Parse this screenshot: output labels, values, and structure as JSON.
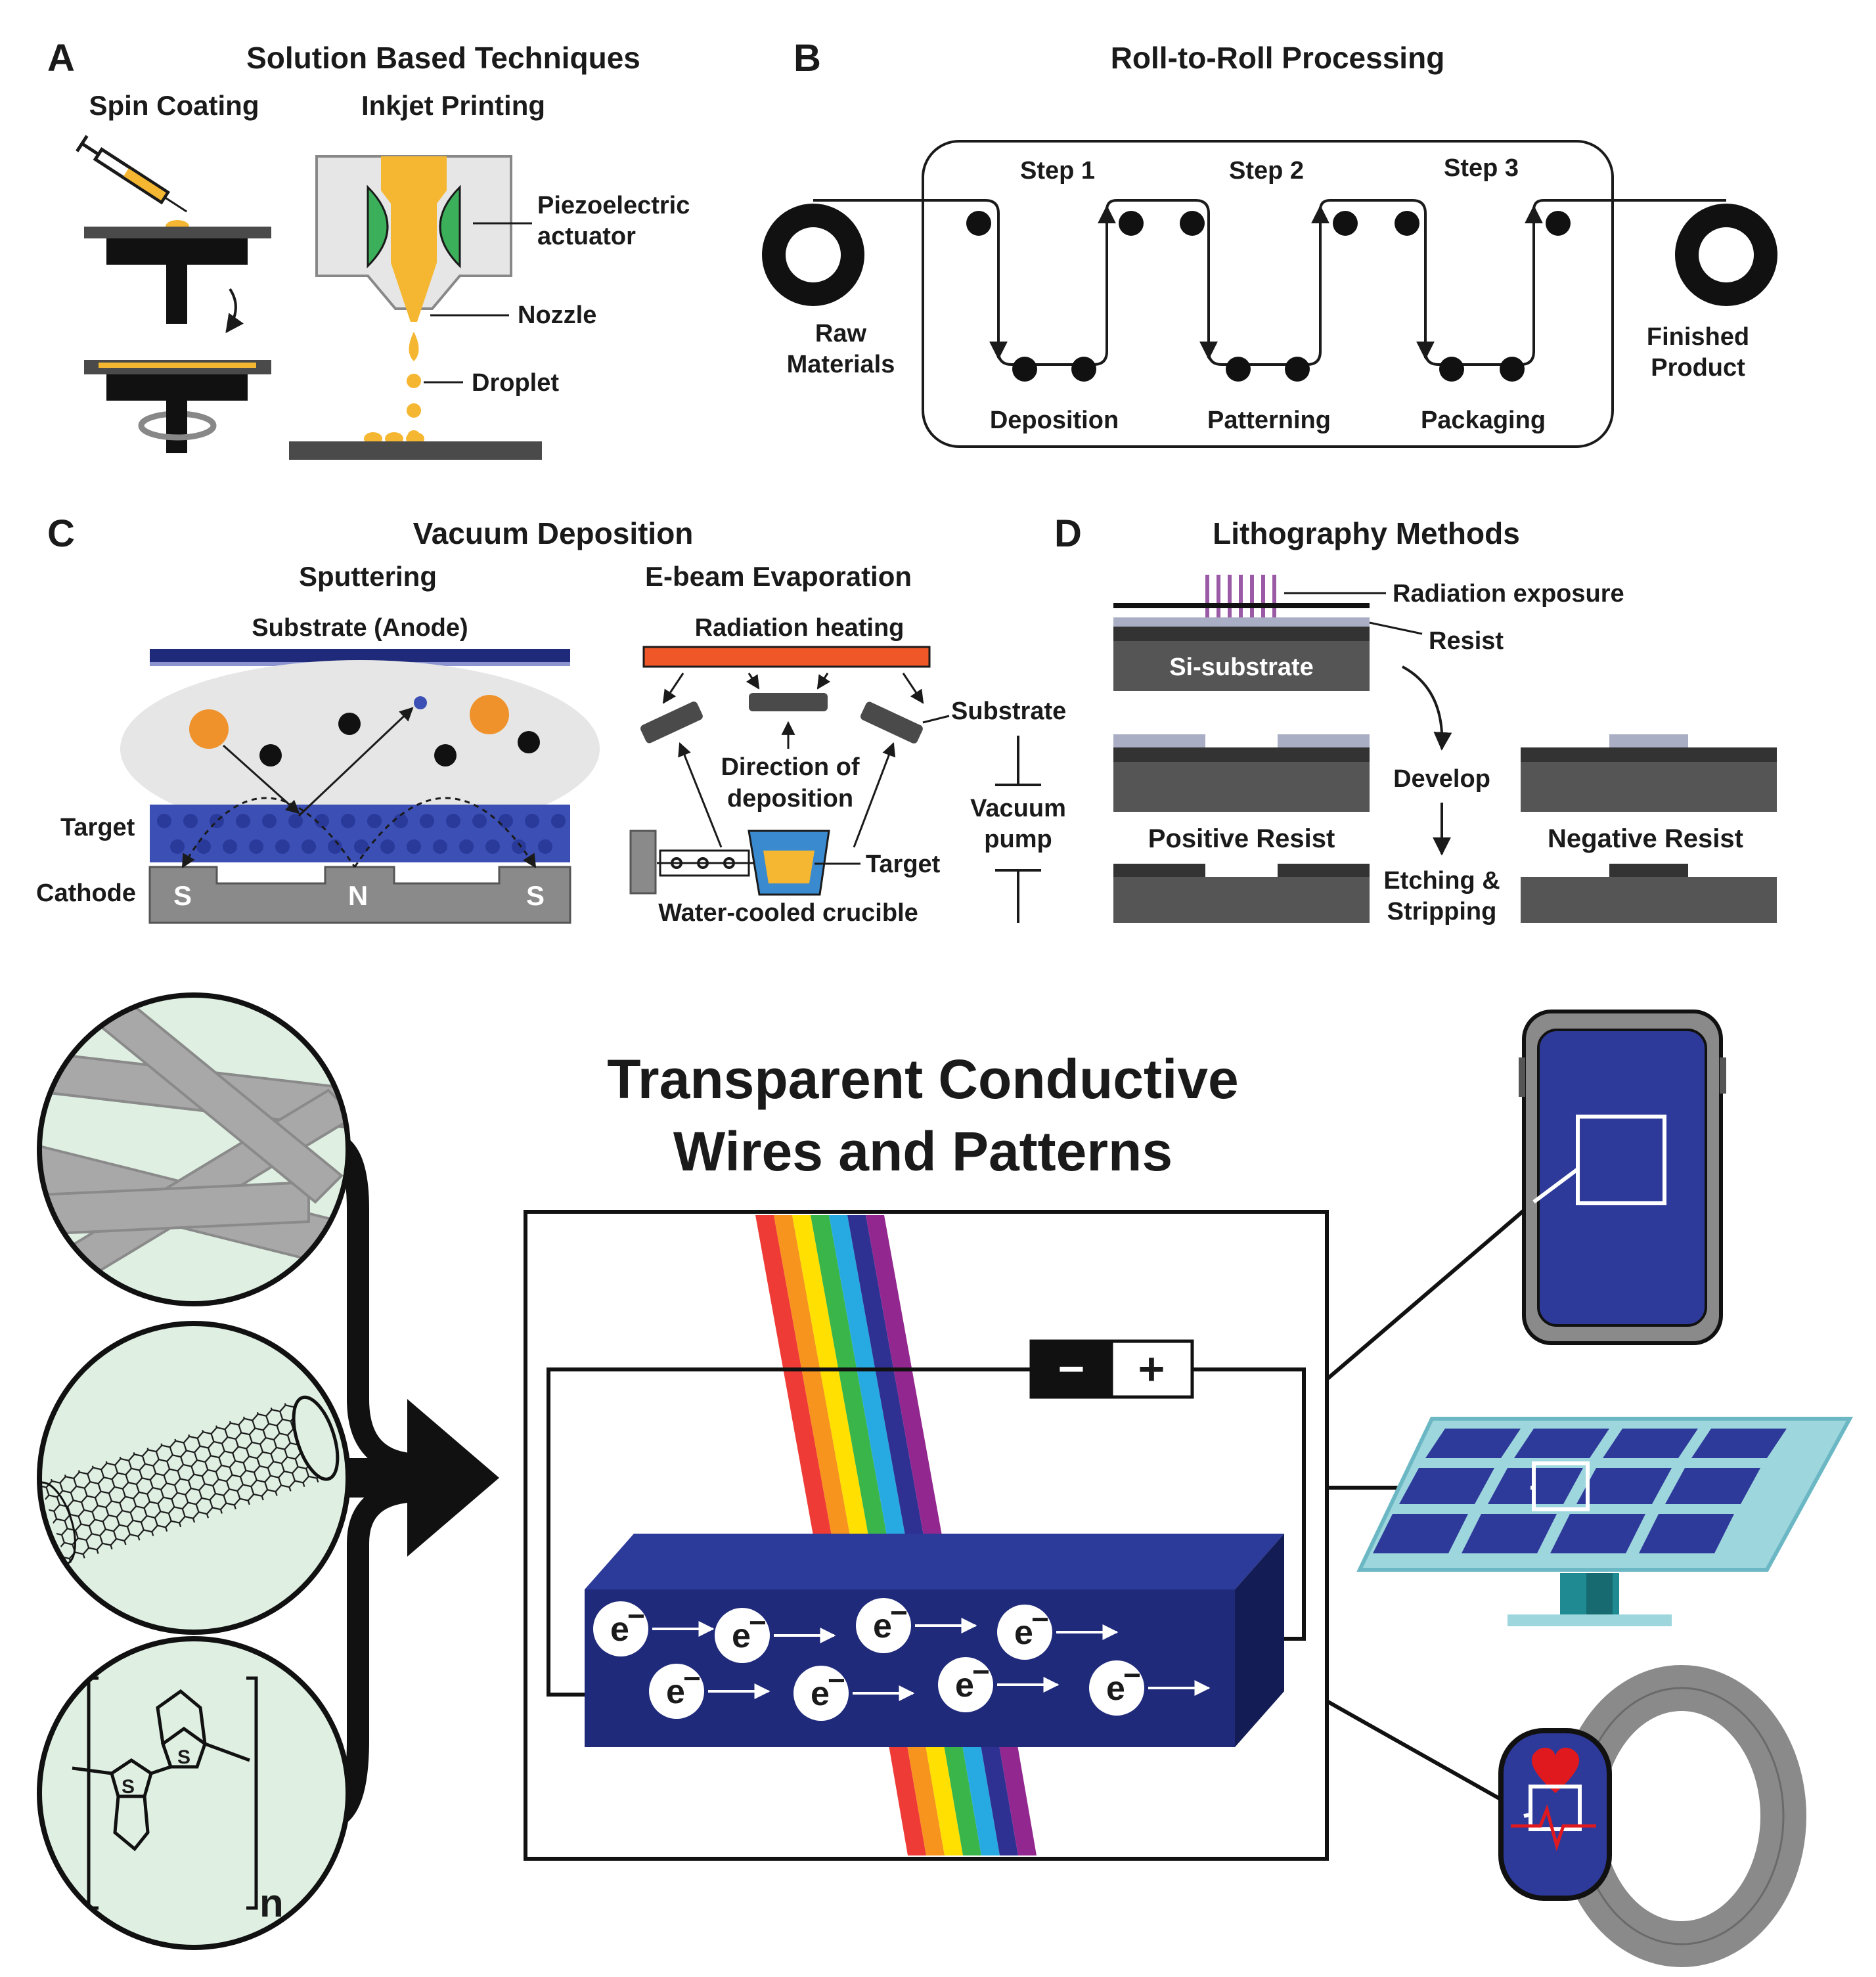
{
  "panels": {
    "a": {
      "letter": "A",
      "title": "Solution Based Techniques",
      "spin_coating": "Spin Coating",
      "inkjet_printing": "Inkjet Printing",
      "piezo_line1": "Piezoelectric",
      "piezo_line2": "actuator",
      "nozzle": "Nozzle",
      "droplet": "Droplet"
    },
    "b": {
      "letter": "B",
      "title": "Roll-to-Roll Processing",
      "step1": "Step 1",
      "step2": "Step 2",
      "step3": "Step 3",
      "raw_line1": "Raw",
      "raw_line2": "Materials",
      "finished_line1": "Finished",
      "finished_line2": "Product",
      "deposition": "Deposition",
      "patterning": "Patterning",
      "packaging": "Packaging"
    },
    "c": {
      "letter": "C",
      "title": "Vacuum Deposition",
      "sputtering": "Sputtering",
      "ebeam": "E-beam Evaporation",
      "substrate_anode": "Substrate (Anode)",
      "target": "Target",
      "cathode": "Cathode",
      "pole_s": "S",
      "pole_n": "N",
      "radiation_heating": "Radiation heating",
      "substrate": "Substrate",
      "direction_line1": "Direction of",
      "direction_line2": "deposition",
      "vacuum_line1": "Vacuum",
      "vacuum_line2": "pump",
      "target2": "Target",
      "crucible": "Water-cooled crucible"
    },
    "d": {
      "letter": "D",
      "title": "Lithography Methods",
      "radiation_exposure": "Radiation exposure",
      "resist": "Resist",
      "si_substrate": "Si-substrate",
      "develop": "Develop",
      "positive_resist": "Positive Resist",
      "negative_resist": "Negative Resist",
      "etching_line1": "Etching &",
      "etching_line2": "Stripping"
    },
    "bottom": {
      "title_line1": "Transparent Conductive",
      "title_line2": "Wires and Patterns",
      "minus": "−",
      "plus": "+",
      "electron": "e",
      "electron_charge": "−",
      "subscript_n": "n",
      "thiophene_s": "S"
    }
  },
  "colors": {
    "ink": "#1a1a1a",
    "gold": "#f5b731",
    "orange": "#f0922b",
    "green": "#3caf5a",
    "mint": "#dff0e3",
    "navy": "#1f2a7a",
    "navy_dark": "#141c55",
    "blue_target": "#3c4fb5",
    "radiation_red": "#ef5628",
    "purple": "#9b5aa5",
    "teal": "#8fd3dc",
    "wire_gray": "#a8a8a8",
    "dark_gray": "#4a4a4a",
    "light_gray": "#e6e6e6"
  }
}
